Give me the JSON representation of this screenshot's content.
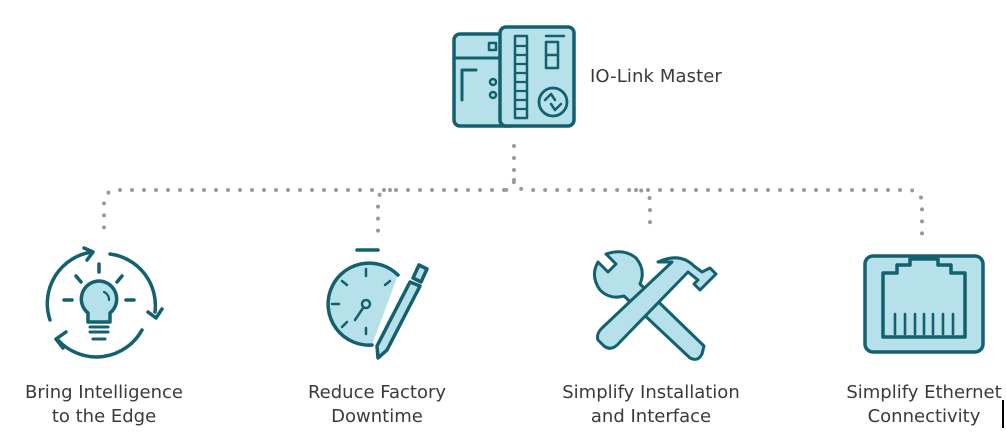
{
  "colors": {
    "icon_stroke": "#13606e",
    "icon_fill": "#b7e1ea",
    "connector": "#9a9a9a",
    "text": "#3a3a3c"
  },
  "root": {
    "icon": "io-link-master-icon",
    "label": "IO-Link Master"
  },
  "benefits": [
    {
      "icon": "lightbulb-cycle-icon",
      "line1": "Bring Intelligence",
      "line2": "to the Edge"
    },
    {
      "icon": "stopwatch-pencil-icon",
      "line1": "Reduce Factory",
      "line2": "Downtime"
    },
    {
      "icon": "wrench-hammer-icon",
      "line1": "Simplify Installation",
      "line2": "and Interface"
    },
    {
      "icon": "ethernet-port-icon",
      "line1": "Simplify Ethernet",
      "line2": "Connectivity"
    }
  ]
}
